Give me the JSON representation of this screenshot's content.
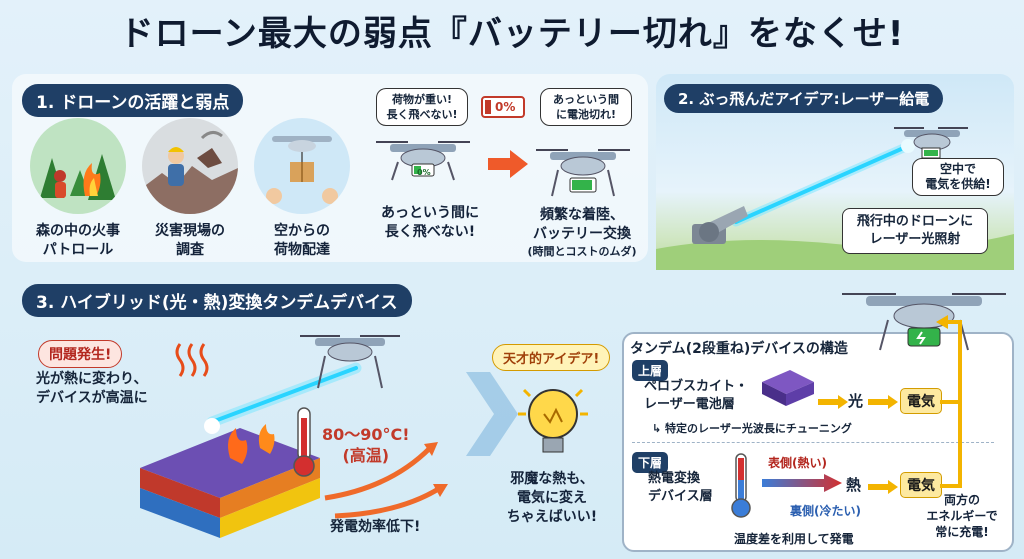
{
  "title": "ドローン最大の弱点『バッテリー切れ』をなくせ!",
  "section1": {
    "label": "1. ドローンの活躍と弱点",
    "uses": [
      {
        "caption_l1": "森の中の火事",
        "caption_l2": "パトロール"
      },
      {
        "caption_l1": "災害現場の",
        "caption_l2": "調査"
      },
      {
        "caption_l1": "空からの",
        "caption_l2": "荷物配達"
      }
    ],
    "problem_bubble_l1": "荷物が重い!",
    "problem_bubble_l2": "長く飛べない!",
    "problem_caption_l1": "あっという間に",
    "problem_caption_l2": "長く飛べない!",
    "battery_percent": "0%",
    "drone_battery_label": "0%",
    "empty_bubble_l1": "あっという間",
    "empty_bubble_l2": "に電池切れ!",
    "landing_caption_l1": "頻繁な着陸、",
    "landing_caption_l2": "バッテリー交換",
    "landing_caption_l3": "(時間とコストのムダ)"
  },
  "section2": {
    "label": "2. ぶっ飛んだアイデア:レーザー給電",
    "bubble_l1": "空中で",
    "bubble_l2": "電気を供給!",
    "note_l1": "飛行中のドローンに",
    "note_l2": "レーザー光照射"
  },
  "section3": {
    "label": "3. ハイブリッド(光・熱)変換タンデムデバイス",
    "problem_tag": "問題発生!",
    "problem_text_l1": "光が熱に変わり、",
    "problem_text_l2": "デバイスが高温に",
    "temp_l1": "80〜90°C!",
    "temp_l2": "(高温)",
    "efficiency_drop": "発電効率低下!",
    "idea_tag": "天才的アイデア!",
    "idea_text_l1": "邪魔な熱も、",
    "idea_text_l2": "電気に変え",
    "idea_text_l3": "ちゃえばいい!",
    "structure_title": "タンデム(2段重ね)デバイスの構造",
    "upper_tag": "上層",
    "upper_name_l1": "ペロブスカイト・",
    "upper_name_l2": "レーザー電池層",
    "upper_out_in": "光",
    "upper_out": "電気",
    "upper_note": "↳ 特定のレーザー光波長にチューニング",
    "lower_tag": "下層",
    "lower_name_l1": "熱電変換",
    "lower_name_l2": "デバイス層",
    "hot_side": "表側(熱い)",
    "cold_side": "裏側(冷たい)",
    "lower_out_in": "熱",
    "lower_out": "電気",
    "lower_note": "温度差を利用して発電",
    "both_l1": "両方の",
    "both_l2": "エネルギーで",
    "both_l3": "常に充電!"
  },
  "colors": {
    "navy": "#1f3f66",
    "laser": "#29d4ff",
    "alert_red": "#c23a2a",
    "energy_yellow": "#f3b400",
    "battery_green": "#33b34a"
  }
}
